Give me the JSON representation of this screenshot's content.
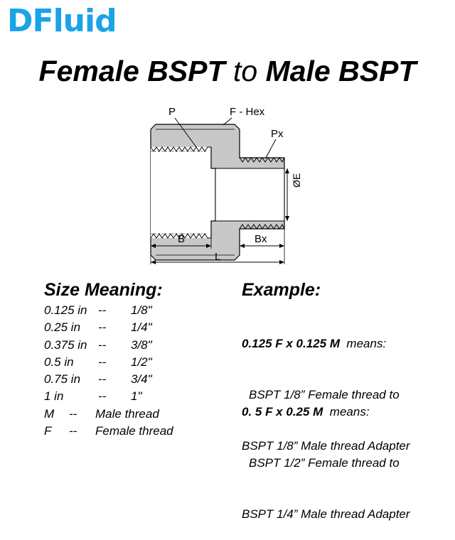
{
  "brand": {
    "logo_text": "DFluid",
    "logo_color": "#1aa3e8"
  },
  "title": {
    "part1": "Female BSPT",
    "connector": " to ",
    "part2": "Male BSPT"
  },
  "diagram": {
    "labels": {
      "p": "P",
      "hex": "F - Hex",
      "px": "Px",
      "e": "ØE",
      "b": "B",
      "bx": "Bx",
      "l": "L"
    },
    "body_color": "#c8c8c8"
  },
  "size_meaning": {
    "heading": "Size Meaning:",
    "rows": [
      {
        "a": "0.125 in",
        "sep": "--",
        "b": "1/8\""
      },
      {
        "a": "0.25 in",
        "sep": "--",
        "b": "1/4\""
      },
      {
        "a": "0.375 in",
        "sep": "--",
        "b": "3/8\""
      },
      {
        "a": "0.5 in",
        "sep": "--",
        "b": "1/2\""
      },
      {
        "a": "0.75 in",
        "sep": "--",
        "b": "3/4\""
      },
      {
        "a": "1 in",
        "sep": "--",
        "b": "1\""
      },
      {
        "a": "M",
        "sep": "--",
        "b": "Male thread"
      },
      {
        "a": "F",
        "sep": "--",
        "b": "Female thread"
      }
    ]
  },
  "example": {
    "heading": "Example:",
    "ex1": {
      "code": "0.125 F x 0.125 M",
      "means": "  means:",
      "line2": "BSPT 1/8” Female thread to",
      "line3": "BSPT 1/8” Male thread Adapter"
    },
    "ex2": {
      "code": "0. 5 F x 0.25 M",
      "means": "  means:",
      "line2": "BSPT 1/2” Female thread to",
      "line3": "BSPT 1/4” Male thread Adapter"
    }
  }
}
